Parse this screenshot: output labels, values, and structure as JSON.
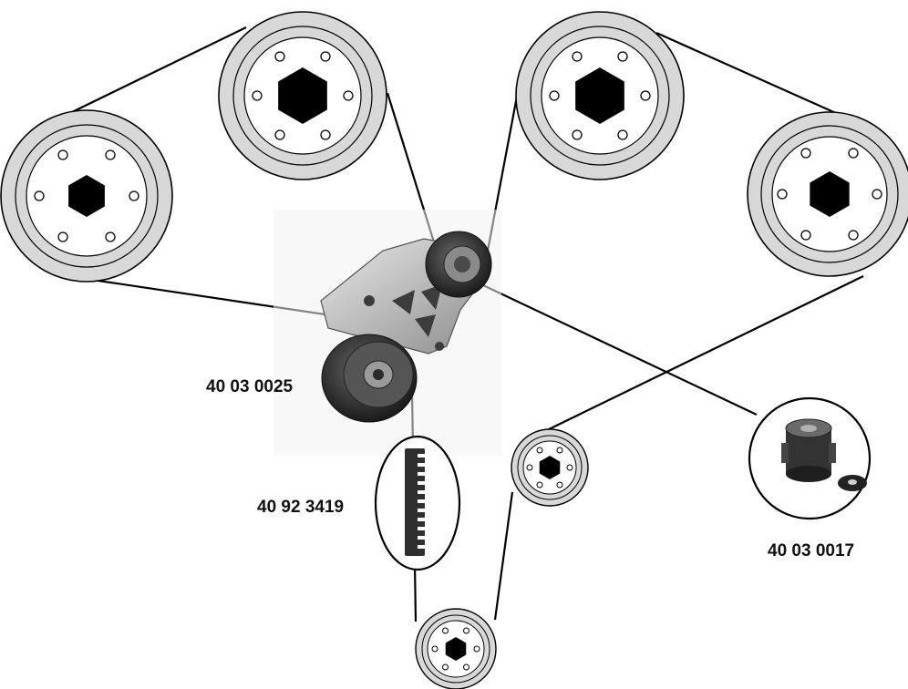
{
  "labels": {
    "tensioner": "40 03 0025",
    "belt": "40 92 3419",
    "idler": "40 03 0017"
  },
  "colors": {
    "pulley_rim": "#d8d8d8",
    "line": "#000000",
    "hub": "#000000",
    "part_body": "#3a3a3a",
    "bracket": "#b8b8b8",
    "background": "#ffffff"
  },
  "icons": {
    "large_pulley": "hex-hub-pulley-6-bolt",
    "small_pulley": "hex-hub-pulley-small",
    "tensioner": "belt-tensioner-photo",
    "belt": "toothed-belt-segment",
    "idler": "idler-roller-with-washer"
  }
}
